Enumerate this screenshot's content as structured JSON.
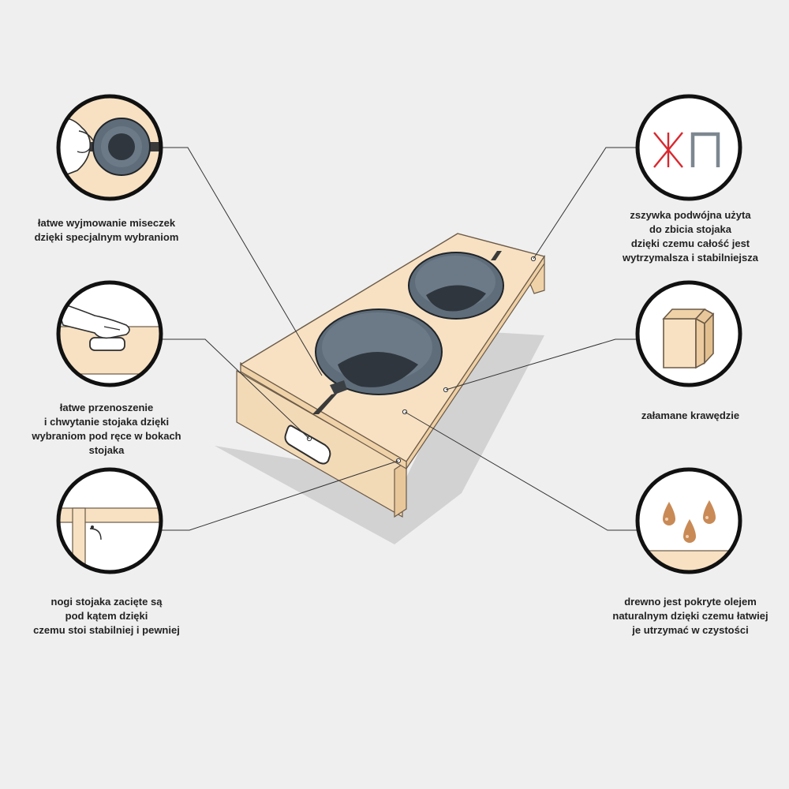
{
  "features": {
    "bowl_removal": {
      "caption": "łatwe wyjmowanie miseczek\ndzięki specjalnym wybraniom",
      "icon": "hand-lifting-bowl-icon"
    },
    "carrying": {
      "caption": "łatwe przenoszenie\ni chwytanie stojaka dzięki\nwybraniom pod ręce w bokach stojaka",
      "icon": "hand-gripping-handle-icon"
    },
    "angled_legs": {
      "caption": "nogi stojaka zacięte są\npod kątem dzięki\nczemu stoi stabilniej i pewniej",
      "icon": "angled-leg-cut-icon"
    },
    "double_staple": {
      "caption": "zszywka podwójna użyta\ndo zbicia stojaka\ndzięki czemu całość jest\nwytrzymalsza i stabilniejsza",
      "icon": "double-staple-icon"
    },
    "chamfered_edges": {
      "caption": "załamane krawędzie",
      "icon": "chamfered-edge-block-icon"
    },
    "oiled_wood": {
      "caption": "drewno jest pokryte olejem\nnaturalnym dzięki czemu łatwiej\nje utrzymać w czystości",
      "icon": "oil-drops-on-wood-icon"
    }
  },
  "colors": {
    "background": "#efefef",
    "wood": "#f7e1c2",
    "wood_side": "#f0d2a8",
    "wood_outline": "#6b5a48",
    "bowl": "#5f6d7a",
    "bowl_inner": "#3f4a55",
    "bowl_dark": "#2f363d",
    "shadow": "#d2d2d2",
    "oil_drop": "#c98a56",
    "staple_red": "#d9282f",
    "staple_grey": "#7d8790",
    "leader_line": "#333333"
  }
}
